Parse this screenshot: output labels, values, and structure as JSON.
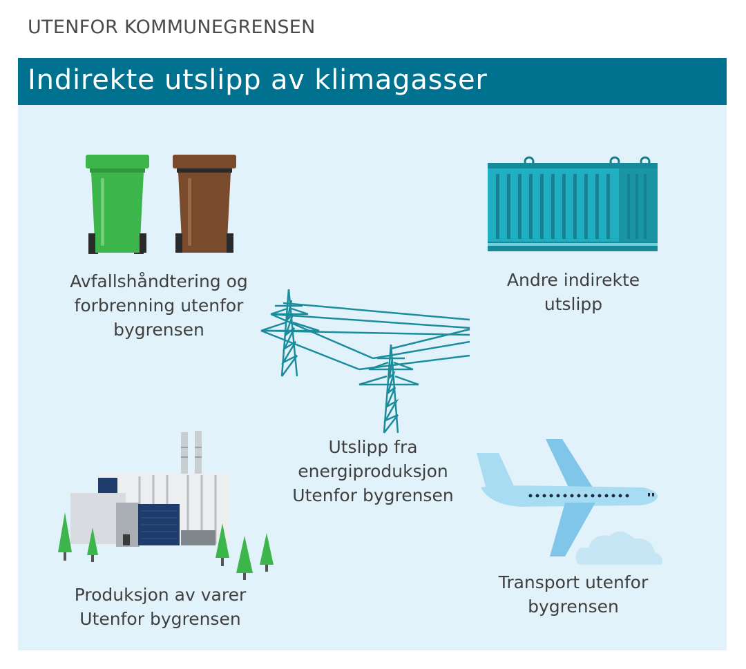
{
  "header": {
    "kicker": "UTENFOR KOMMUNEGRENSEN",
    "title": "Indirekte utslipp av klimagasser"
  },
  "items": {
    "waste": {
      "lines": [
        "Avfallshåndtering og",
        "forbrenning utenfor",
        "bygrensen"
      ],
      "icon": "waste-bins-icon"
    },
    "other": {
      "lines": [
        "Andre indirekte",
        "utslipp"
      ],
      "icon": "shipping-container-icon"
    },
    "energy": {
      "lines": [
        "Utslipp fra",
        "energiproduksjon",
        "Utenfor bygrensen"
      ],
      "icon": "power-pylon-icon"
    },
    "production": {
      "lines": [
        "Produksjon av varer",
        "Utenfor bygrensen"
      ],
      "icon": "factory-icon"
    },
    "transport": {
      "lines": [
        "Transport utenfor",
        "bygrensen"
      ],
      "icon": "airplane-icon"
    }
  },
  "colors": {
    "title_bar": "#00728f",
    "panel": "#e2f2fa",
    "green_bin": "#3cb54a",
    "brown_bin": "#7a4a2c",
    "container": "#20aec2",
    "pylon": "#1b8c9c",
    "plane": "#9fd6ef"
  }
}
